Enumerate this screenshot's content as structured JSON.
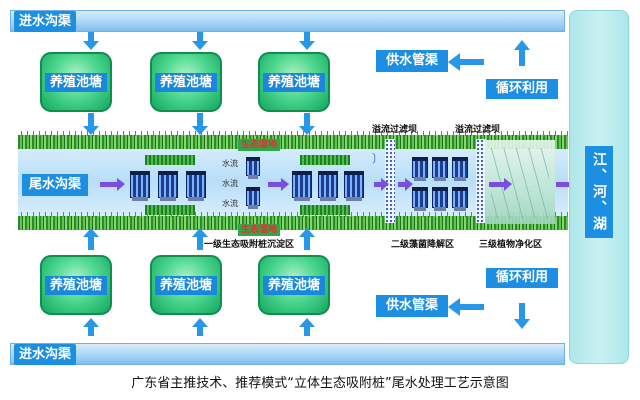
{
  "inlet_top_label": "进水沟渠",
  "inlet_bottom_label": "进水沟渠",
  "pond_label": "养殖池塘",
  "ponds_top": [
    "养殖池塘",
    "养殖池塘",
    "养殖池塘"
  ],
  "ponds_bottom": [
    "养殖池塘",
    "养殖池塘",
    "养殖池塘"
  ],
  "tail_ditch_label": "尾水沟渠",
  "eco_wetland_top": "生态湿地",
  "eco_wetland_bottom": "生态湿地",
  "flow_labels": [
    "水流",
    "水流",
    "水流"
  ],
  "zone_1": "一级生态吸附桩沉淀区",
  "zone_2": "二级藻菌降解区",
  "zone_3": "三级植物净化区",
  "overflow_dam_1": "溢流过滤坝",
  "overflow_dam_2": "溢流过滤坝",
  "supply_top": "供水管渠",
  "supply_bottom": "供水管渠",
  "recycle_top": "循环利用",
  "recycle_bottom": "循环利用",
  "river_label": "江、河、湖",
  "caption": "广东省主推技术、推荐模式“立体生态吸附桩”尾水处理工艺示意图",
  "colors": {
    "label_blue": "#1c8fe3",
    "pond_green": "#2ec774",
    "arrow_purple": "#7c4ee0",
    "pile_navy": "#1d3e8a"
  }
}
